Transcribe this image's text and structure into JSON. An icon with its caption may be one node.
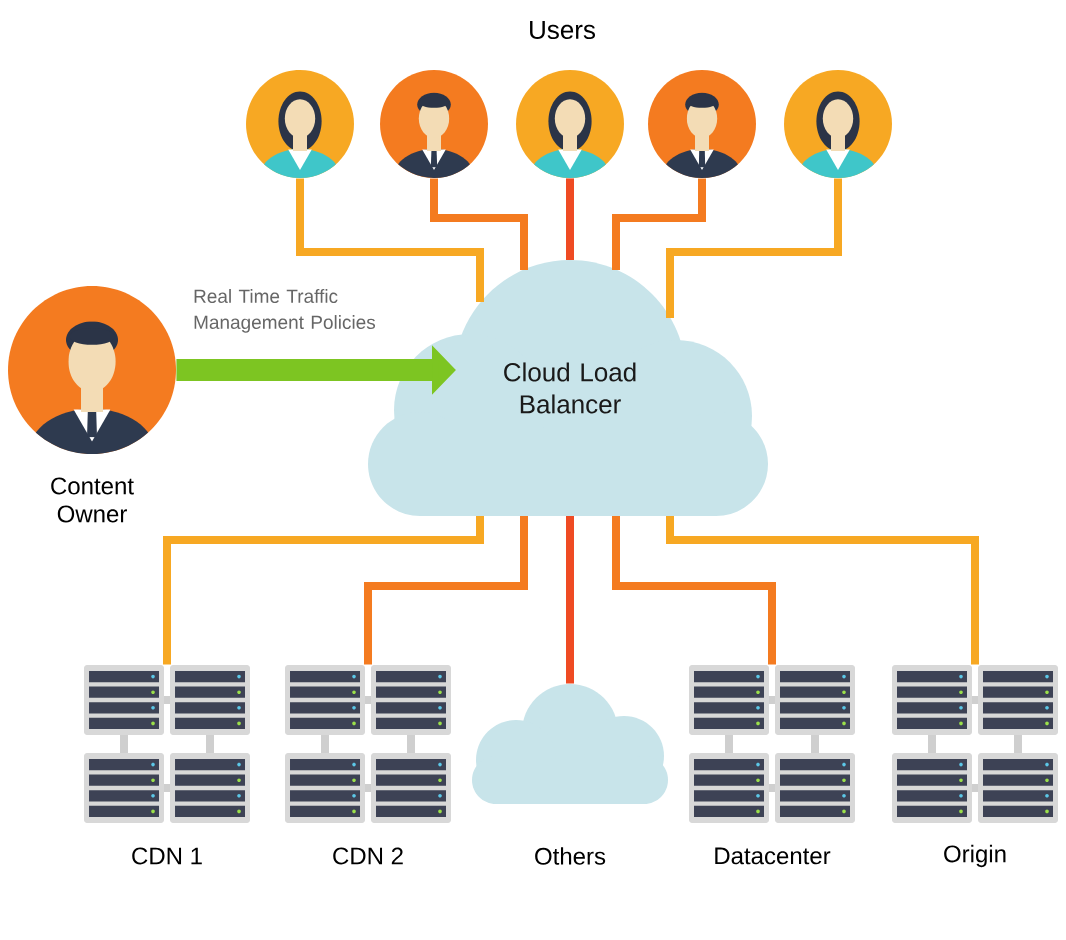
{
  "diagram": {
    "nodes": [
      {
        "text": [],
        "shape": "person"
      },
      {
        "text": [],
        "shape": "person"
      },
      {
        "text": [],
        "shape": "person"
      },
      {
        "text": [],
        "shape": "person"
      },
      {
        "text": [],
        "shape": "person"
      },
      {
        "text": [
          "Content Owner"
        ]
      },
      {
        "text": [
          "Cloud Load Balancer"
        ]
      },
      {
        "text": [
          "CDN 1"
        ]
      },
      {
        "text": [
          "CDN 2"
        ]
      },
      {
        "text": [
          "Others"
        ]
      },
      {
        "text": [
          "Datacenter"
        ]
      },
      {
        "text": [
          "Origin"
        ]
      }
    ],
    "edges": [
      {
        "from": 0,
        "to": 6,
        "arrow": "none"
      },
      {
        "from": 1,
        "to": 6,
        "arrow": "none",
        "color": "#f47b20"
      },
      {
        "from": 2,
        "to": 6,
        "arrow": "none",
        "color": "#ef4b23"
      },
      {
        "from": 3,
        "to": 6,
        "arrow": "none",
        "color": "#f47b20"
      },
      {
        "from": 4,
        "to": 6,
        "arrow": "none"
      },
      {
        "from": 5,
        "to": 6,
        "arrow": "to",
        "label": "Real Time Traffic Management Policies",
        "style": "thick",
        "color": "#7dc522"
      },
      {
        "from": 6,
        "to": 7,
        "arrow": "none"
      },
      {
        "from": 6,
        "to": 8,
        "arrow": "none",
        "color": "#f47b20"
      },
      {
        "from": 6,
        "to": 9,
        "arrow": "none",
        "color": "#ef4b23"
      },
      {
        "from": 6,
        "to": 10,
        "arrow": "none",
        "color": "#f47b20"
      },
      {
        "from": 6,
        "to": 11,
        "arrow": "none"
      }
    ],
    "labels": [
      "Users"
    ]
  }
}
